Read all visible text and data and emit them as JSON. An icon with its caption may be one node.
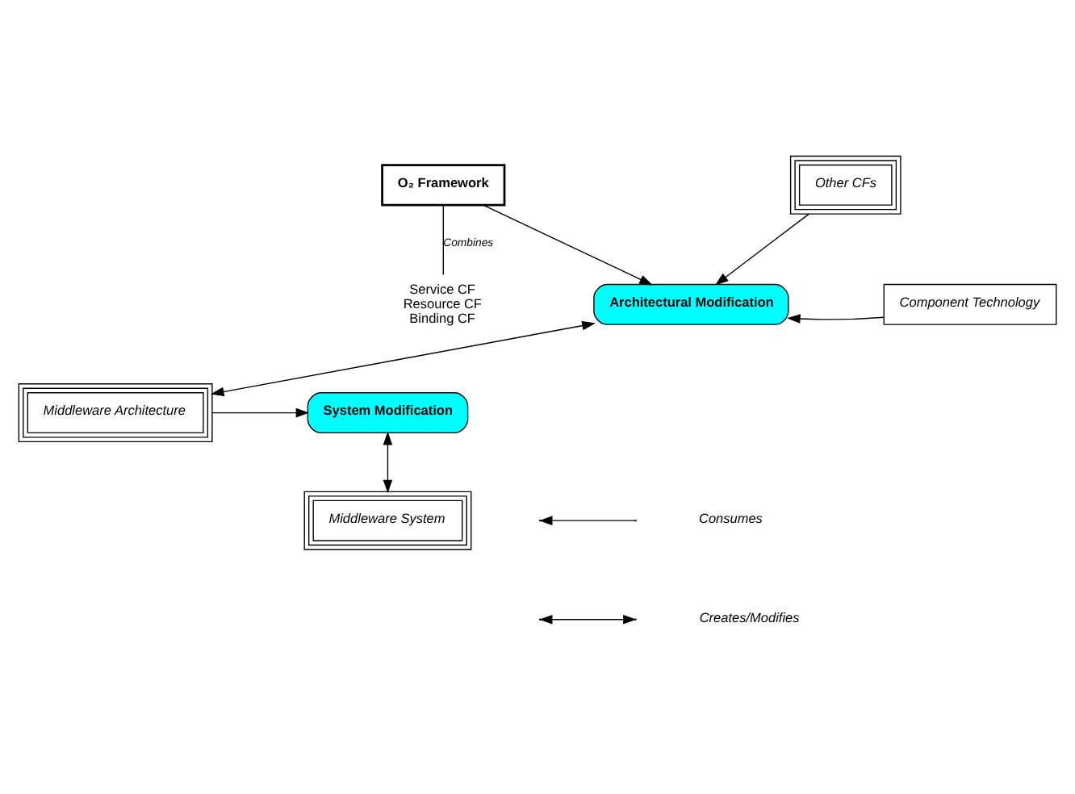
{
  "diagram": {
    "nodes": [
      {
        "text": [
          "O₂ Framework"
        ]
      },
      {
        "text": [
          "Other CFs"
        ]
      },
      {
        "text": [
          "Architectural Modification"
        ]
      },
      {
        "text": [
          "Component Technology"
        ]
      },
      {
        "text": [
          "Middleware Architecture"
        ]
      },
      {
        "text": [
          "System Modification"
        ]
      },
      {
        "text": [
          "Middleware System"
        ]
      },
      {
        "text": [
          "Service CF",
          "Resource CF",
          "Binding CF"
        ]
      }
    ],
    "edges": [
      {
        "from": 0,
        "to": 2,
        "arrow": "to"
      },
      {
        "from": 1,
        "to": 2,
        "arrow": "to"
      },
      {
        "from": 3,
        "to": 2,
        "arrow": "to"
      },
      {
        "from": 2,
        "to": 4,
        "arrow": "both"
      },
      {
        "from": 4,
        "to": 5,
        "arrow": "to"
      },
      {
        "from": 5,
        "to": 6,
        "arrow": "both"
      },
      {
        "from": 0,
        "to": 7,
        "arrow": "none",
        "label": "Combines"
      }
    ],
    "legend": [
      {
        "text": "Consumes"
      },
      {
        "text": "Creates/Modifies"
      }
    ]
  }
}
